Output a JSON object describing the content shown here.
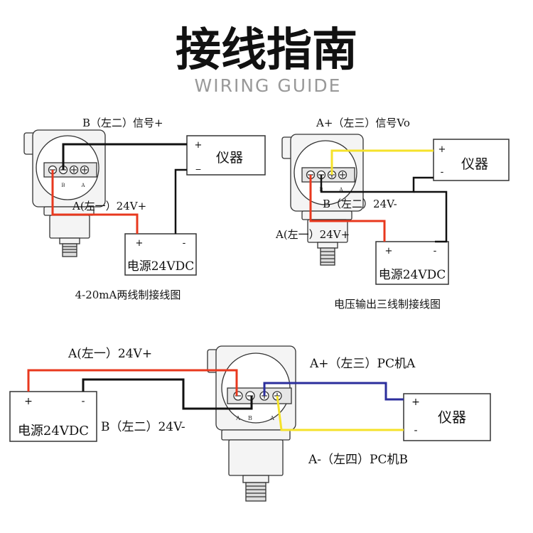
{
  "header": {
    "title": "接线指南",
    "subtitle": "WIRING GUIDE"
  },
  "diagram1": {
    "label_b": "B（左二）信号+",
    "label_a": "A(左一）24V+",
    "instrument": "仪器",
    "instrument_plus": "+",
    "instrument_minus": "_",
    "power_plus": "+",
    "power_minus": "-",
    "power": "电源24VDC",
    "terminal_b": "B",
    "terminal_a": "A",
    "caption": "4-20mA两线制接线图"
  },
  "diagram2": {
    "label_top": "A+（左三）信号Vo",
    "label_b": "B（左二）24V-",
    "label_a": "A(左一）24V+",
    "instrument": "仪器",
    "instrument_plus": "+",
    "instrument_minus": "-",
    "power_plus": "+",
    "power_minus": "-",
    "power": "电源24VDC",
    "terminal_b": "B",
    "terminal_a": "A",
    "caption": "电压输出三线制接线图"
  },
  "diagram3": {
    "label_a": "A(左一）24V+",
    "label_b": "B（左二）24V-",
    "label_aplus": "A+（左三）PC机A",
    "label_aminus": "A-（左四）PC机B",
    "instrument": "仪器",
    "instrument_plus": "+",
    "instrument_minus": "-",
    "power_plus": "+",
    "power_minus": "-",
    "power": "电源24VDC",
    "terminal_a": "A",
    "terminal_b": "B",
    "terminal_a2": "A"
  },
  "colors": {
    "red": "#e8381e",
    "black": "#111111",
    "yellow": "#f5e22a",
    "blue": "#2b2e9c",
    "outline": "#333333"
  }
}
